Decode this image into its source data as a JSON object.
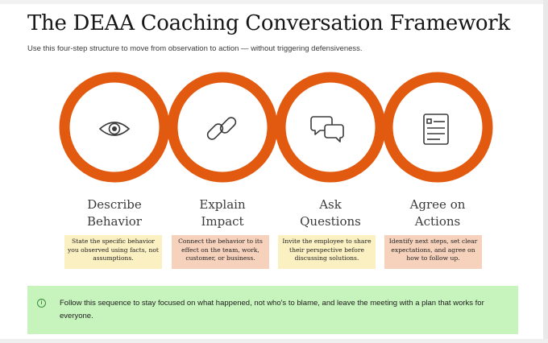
{
  "header": {
    "title": "The DEAA Coaching Conversation Framework",
    "subtitle": "Use this four-step structure to move from observation to action — without triggering defensiveness."
  },
  "colors": {
    "ring": "#e25a0f",
    "desc_yellow": "#fbf0c2",
    "desc_salmon": "#f6d2bd",
    "note_bg": "#c7f3bd"
  },
  "steps": [
    {
      "icon": "eye-icon",
      "title_line1": "Describe",
      "title_line2": "Behavior",
      "description": "State the specific behavior you observed using facts, not assumptions."
    },
    {
      "icon": "link-icon",
      "title_line1": "Explain",
      "title_line2": "Impact",
      "description": "Connect the behavior to its effect on the team, work, customer, or business."
    },
    {
      "icon": "chat-bubbles-icon",
      "title_line1": "Ask",
      "title_line2": "Questions",
      "description": "Invite the employee to share their perspective before discussing solutions."
    },
    {
      "icon": "checklist-icon",
      "title_line1": "Agree on",
      "title_line2": "Actions",
      "description": "Identify next steps, set clear expectations, and agree on how to follow up."
    }
  ],
  "note": {
    "icon": "info-icon",
    "text": "Follow this sequence to stay focused on what happened, not who's to blame, and leave the meeting with a plan that works for everyone."
  }
}
